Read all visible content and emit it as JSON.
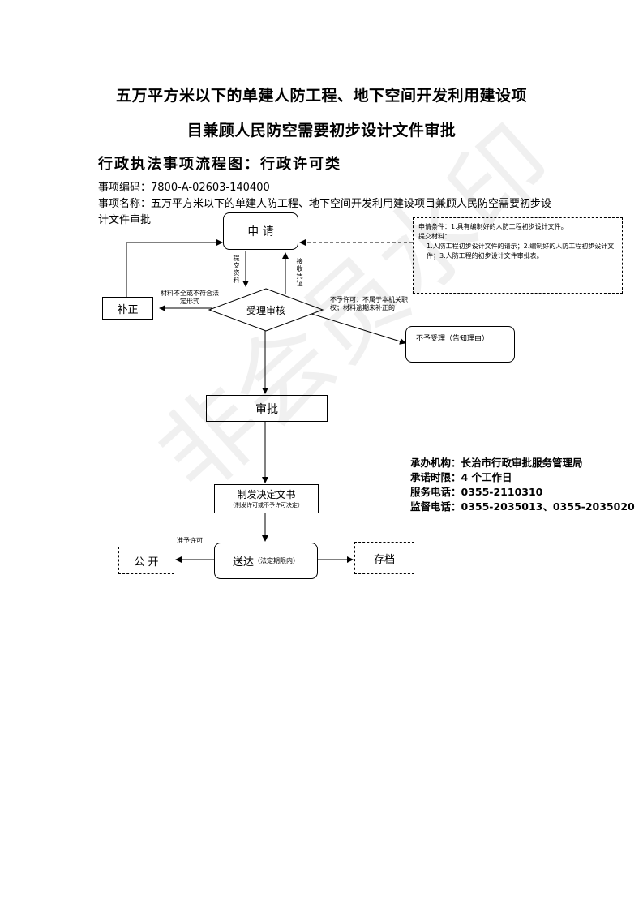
{
  "title_line1": "五万平方米以下的单建人防工程、地下空间开发利用建设项",
  "title_line2": "目兼顾人民防空需要初步设计文件审批",
  "subtitle": "行政执法事项流程图：行政许可类",
  "item_code": "事项编码：7800-A-02603-140400",
  "item_name": "事项名称：五万平方米以下的单建人防工程、地下空间开发利用建设项目兼顾人民防空需要初步设计文件审批",
  "flow": {
    "apply": "申  请",
    "conditions": {
      "line1": "申请条件：1.具有编制好的人防工程初步设计文件。",
      "line2": "提交材料：",
      "line3": "1.人防工程初步设计文件的请示；2.编制好的人防工程初步设计文件；3.人防工程的初步设计文件审批表。"
    },
    "submit_label": "提交资料",
    "receipt_label": "接收凭证",
    "review": "受理审核",
    "supplement": "补正",
    "supplement_reason": "材料不全或不符合法定形式",
    "reject_reason": "不予许可：不属于本机关职权；材料逾期未补正的",
    "reject": "不予受理（告知理由）",
    "approve": "审批",
    "decision_title": "制发决定文书",
    "decision_note": "（制发许可或不予许可决定）",
    "deliver_main": "送达",
    "deliver_note": "（法定期限内）",
    "publish_label": "准予许可",
    "publish": "公  开",
    "archive": "存档"
  },
  "info": {
    "agency": "承办机构：长治市行政审批服务管理局",
    "time_limit": "承诺时限：4 个工作日",
    "service_phone": "服务电话：0355-2110310",
    "supervise_phone": "监督电话：0355-2035013、0355-2035020"
  },
  "watermark": "非会员水印"
}
